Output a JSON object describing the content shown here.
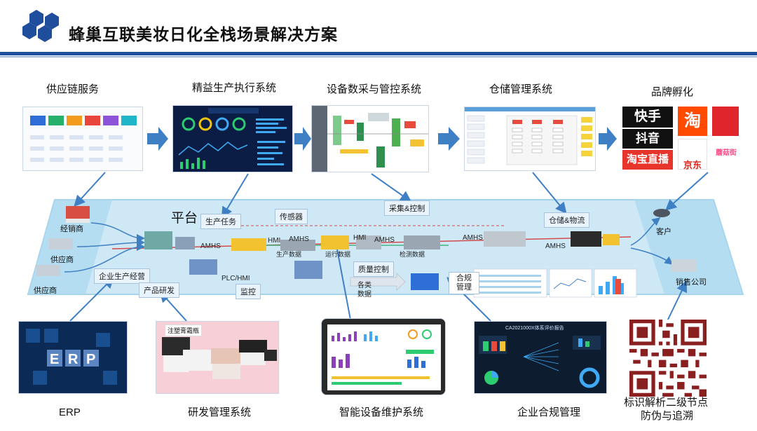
{
  "header": {
    "title": "蜂巢互联美妆日化全栈场景解决方案"
  },
  "top_row": [
    {
      "label": "供应链服务"
    },
    {
      "label": "精益生产执行系统"
    },
    {
      "label": "设备数采与管控系统"
    },
    {
      "label": "仓储管理系统"
    },
    {
      "label": "品牌孵化"
    }
  ],
  "brands": [
    "快手",
    "淘",
    "抖音",
    "淘宝直播",
    "京东",
    "蘑菇街"
  ],
  "platform": {
    "title": "平台",
    "left_nodes": [
      "经销商",
      "供应商",
      "供应商"
    ],
    "right_nodes": [
      "客户",
      "销售公司"
    ],
    "tags": {
      "production_task": "生产任务",
      "sensor": "传感器",
      "collect_control": "采集&控制",
      "warehouse_logistics": "仓储&物流",
      "enterprise_ops": "企业生产经营",
      "product_rd": "产品研发",
      "monitor": "监控",
      "quality": "质量控制",
      "compliance": "合规管理"
    },
    "flow_texts": {
      "amhs": "AMHS",
      "hmi": "HMI",
      "plc_hmi": "PLC/HMI",
      "production_data": "生产数据",
      "operation_data": "运行数据",
      "inspection_data": "检测数据",
      "various": "各类",
      "data": "数据"
    }
  },
  "bottom_row": [
    {
      "label": "ERP"
    },
    {
      "label": "研发管理系统"
    },
    {
      "label": "智能设备维护系统"
    },
    {
      "label": "企业合规管理"
    },
    {
      "label": "标识解析二级节点",
      "label2": "防伪与追溯"
    }
  ],
  "rd_image_caption": "注塑膏霜瓶",
  "compliance_image_caption": "CA2021000X体系评价报告",
  "colors": {
    "brand_blue": "#1f4e9c",
    "arrow_blue": "#3f7fc4",
    "platform_fill": "#cfe8f5",
    "platform_edge": "#a6d3ec"
  }
}
